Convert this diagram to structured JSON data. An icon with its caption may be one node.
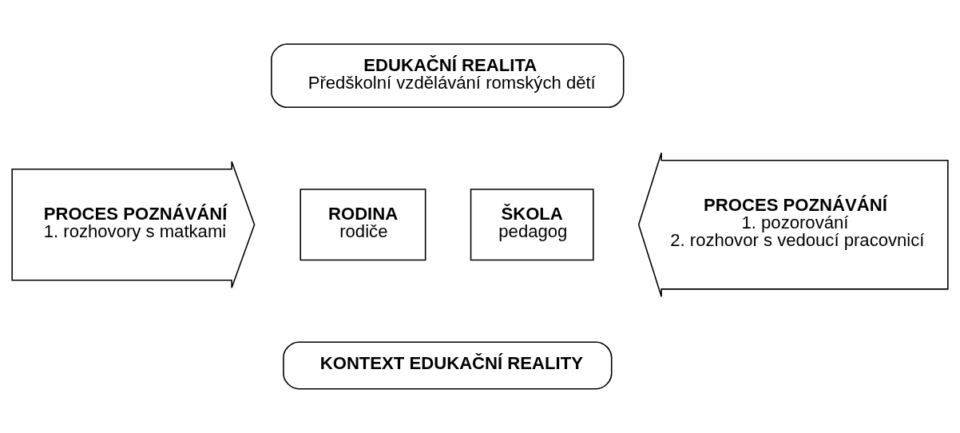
{
  "diagram": {
    "nodes": [
      {
        "text": [
          "PROCES POZNÁVÁNÍ",
          "1. rozhovory s matkami"
        ]
      },
      {
        "text": [
          "EDUKAČNÍ REALITA",
          "Předškolní vzdělávání romských dětí"
        ]
      },
      {
        "text": [
          "PROCES POZNÁVÁNÍ",
          "1. pozorování",
          "2. rozhovor s vedoucí pracovnicí"
        ]
      },
      {
        "text": [
          "ŠKOLA",
          "pedagog"
        ]
      },
      {
        "text": [
          "RODINA",
          "rodiče"
        ]
      },
      {
        "text": [
          "KONTEXT EDUKAČNÍ REALITY"
        ]
      }
    ]
  }
}
